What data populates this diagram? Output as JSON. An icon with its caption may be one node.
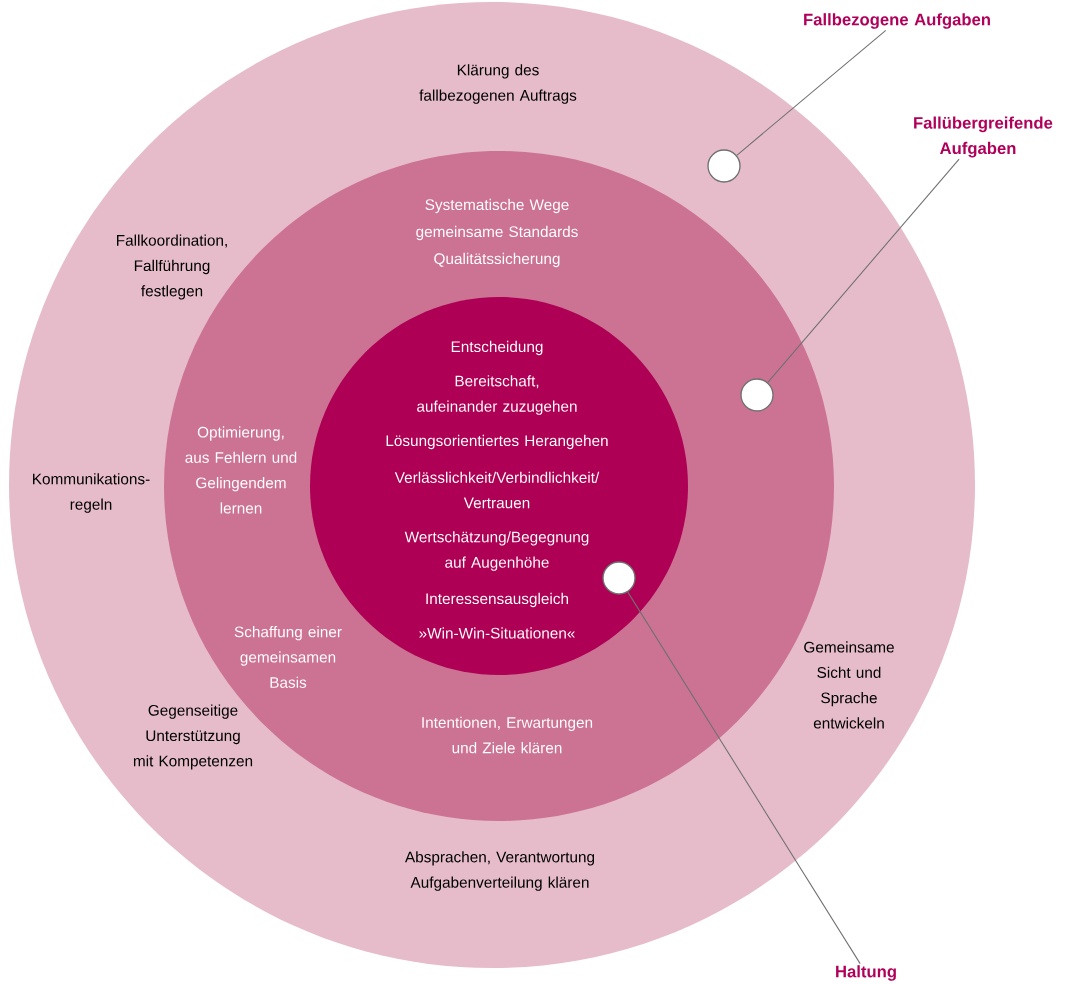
{
  "diagram": {
    "nodes": [
      {
        "text": [
          "Klärung des fallbezogenen Auftrags",
          "Fallkoordination, Fallführung festlegen",
          "Kommunikations-regeln",
          "Gegenseitige Unterstützung mit Kompetenzen",
          "Absprachen, Verantwortung Aufgabenverteilung klären",
          "Gemeinsame Sicht und Sprache entwickeln"
        ]
      },
      {
        "text": [
          "Systematische Wege",
          "gemeinsame Standards",
          "Qualitätssicherung",
          "Optimierung, aus Fehlern und Gelingendem lernen",
          "Schaffung einer gemeinsamen Basis",
          "Intentionen, Erwartungen und Ziele klären"
        ],
        "in": 0
      },
      {
        "text": [
          "Entscheidung",
          "Bereitschaft, aufeinander zuzugehen",
          "Lösungsorientiertes Herangehen",
          "Verlässlichkeit/Verbindlichkeit/ Vertrauen",
          "Wertschätzung/Begegnung auf Augenhöhe",
          "Interessensausgleich",
          "»Win-Win-Situationen«"
        ],
        "in": 1
      },
      {
        "text": [],
        "shape": "circle",
        "in": 0
      },
      {
        "text": [],
        "shape": "circle",
        "in": 1
      },
      {
        "text": [],
        "shape": "circle",
        "in": 2
      },
      {
        "text": [
          "Fallbezogene Aufgaben"
        ]
      },
      {
        "text": [
          "Fallübergreifende Aufgaben"
        ]
      },
      {
        "text": [
          "Haltung"
        ]
      }
    ],
    "edges": [
      {
        "from": 6,
        "to": 3,
        "arrow": "none"
      },
      {
        "from": 7,
        "to": 4,
        "arrow": "none"
      },
      {
        "from": 8,
        "to": 5,
        "arrow": "none"
      }
    ]
  }
}
